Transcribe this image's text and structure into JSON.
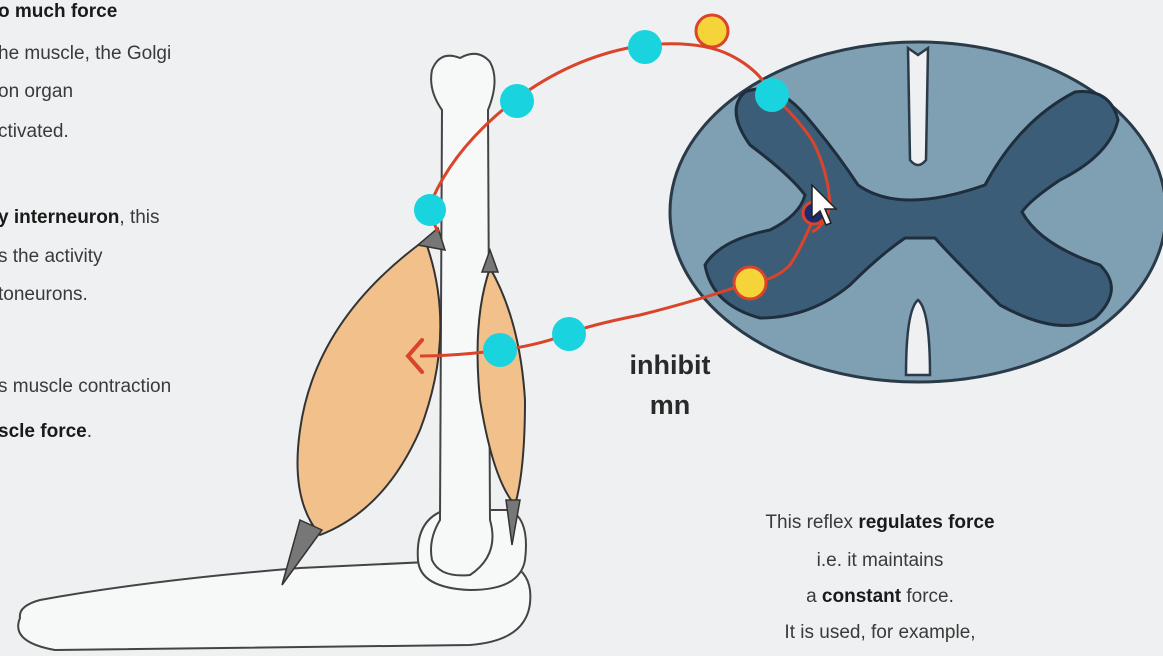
{
  "left_text": {
    "line1": "o much force",
    "line2": "he muscle, the Golgi",
    "line3": "on organ",
    "line4": "ctivated.",
    "line5_bold": "y interneuron",
    "line5_rest": ", this",
    "line6": "s the activity",
    "line7": "toneurons.",
    "line8": "s muscle contraction",
    "line9_bold": "scle force",
    "line9_rest": "."
  },
  "inhibit_label": {
    "line1": "inhibit",
    "line2": "mn"
  },
  "bottom_text": {
    "l1_pre": "This reflex ",
    "l1_bold": "regulates force",
    "l2": "i.e. it maintains",
    "l3_pre": "a ",
    "l3_bold": "constant",
    "l3_post": " force.",
    "l4": "It is used, for example,"
  },
  "colors": {
    "background": "#eef0f1",
    "nerve": "#d9442b",
    "node": "#19d3df",
    "sensor": "#f5d43a",
    "muscle": "#f2c08a",
    "cord_dark": "#3c5d77",
    "cord_light": "#7f9fb3"
  }
}
